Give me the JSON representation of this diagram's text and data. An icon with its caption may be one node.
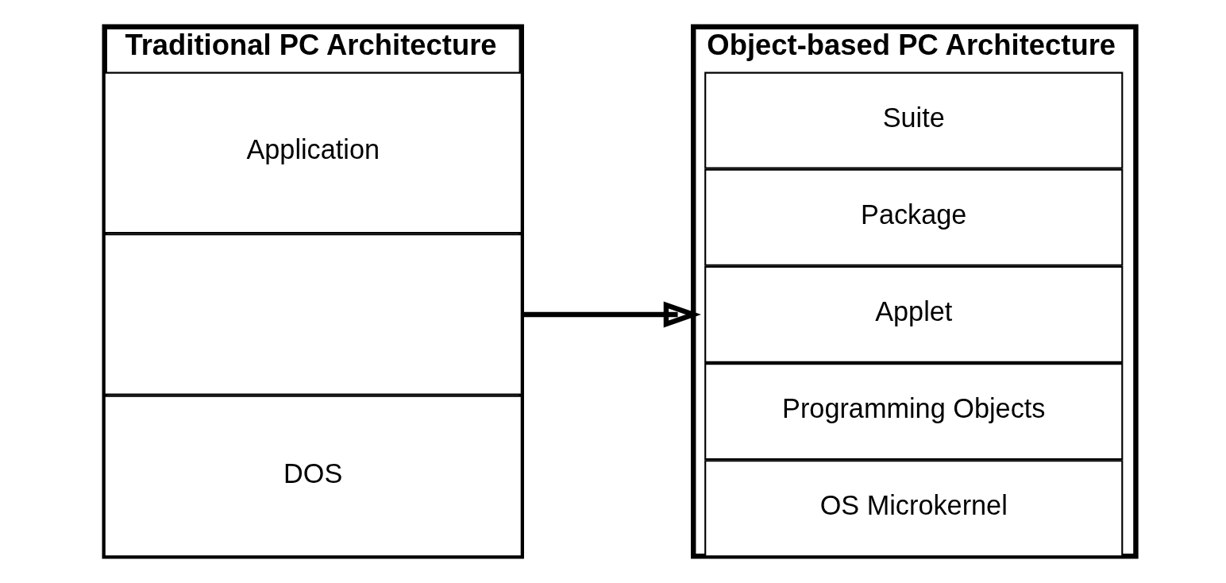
{
  "diagram": {
    "nodes": [
      {
        "text": [
          "Traditional PC Architecture"
        ]
      },
      {
        "text": [
          "Application"
        ],
        "in": 0
      },
      {
        "text": [],
        "shape": "box",
        "in": 0
      },
      {
        "text": [
          "DOS"
        ],
        "in": 0
      },
      {
        "text": [
          "Object-based PC Architecture"
        ]
      },
      {
        "text": [
          "Suite"
        ],
        "in": 4
      },
      {
        "text": [
          "Package"
        ],
        "in": 4
      },
      {
        "text": [
          "Applet"
        ],
        "in": 4
      },
      {
        "text": [
          "Programming Objects"
        ],
        "in": 4
      },
      {
        "text": [
          "OS Microkernel"
        ],
        "in": 4
      }
    ],
    "edges": [
      {
        "from": 0,
        "to": 4,
        "arrow": "to"
      }
    ]
  }
}
